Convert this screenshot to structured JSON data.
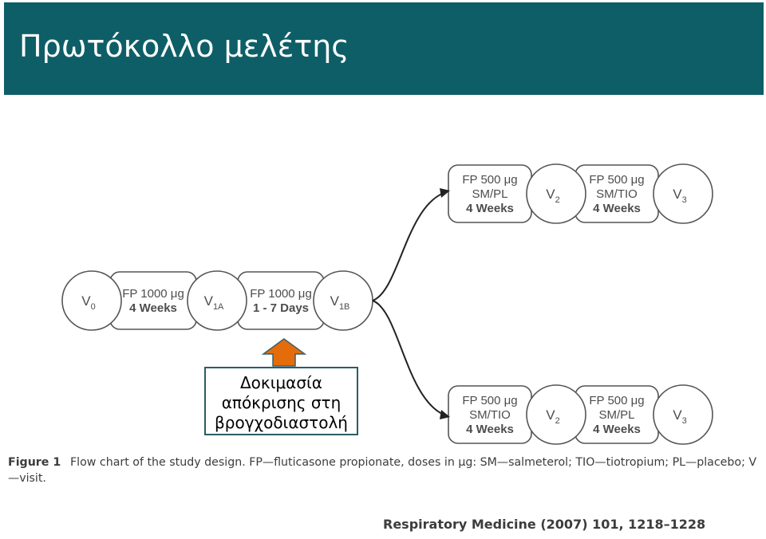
{
  "header": {
    "title": "Πρωτόκολλο μελέτης",
    "background": "#0e5e67"
  },
  "diagram": {
    "left_chain": [
      {
        "kind": "visit",
        "label": "V",
        "sub": "0"
      },
      {
        "kind": "period",
        "lines": [
          "FP 1000 μg",
          "4 Weeks"
        ]
      },
      {
        "kind": "visit",
        "label": "V",
        "sub": "1A"
      },
      {
        "kind": "period",
        "lines": [
          "FP 1000 μg",
          "1 - 7 Days"
        ]
      },
      {
        "kind": "visit",
        "label": "V",
        "sub": "1B"
      }
    ],
    "top_branch": [
      {
        "kind": "period",
        "lines": [
          "FP 500 μg",
          "SM/PL",
          "4 Weeks"
        ]
      },
      {
        "kind": "visit",
        "label": "V",
        "sub": "2"
      },
      {
        "kind": "period",
        "lines": [
          "FP 500 μg",
          "SM/TIO",
          "4 Weeks"
        ]
      },
      {
        "kind": "visit",
        "label": "V",
        "sub": "3"
      }
    ],
    "bottom_branch": [
      {
        "kind": "period",
        "lines": [
          "FP 500 μg",
          "SM/TIO",
          "4 Weeks"
        ]
      },
      {
        "kind": "visit",
        "label": "V",
        "sub": "2"
      },
      {
        "kind": "period",
        "lines": [
          "FP 500 μg",
          "SM/PL",
          "4 Weeks"
        ]
      },
      {
        "kind": "visit",
        "label": "V",
        "sub": "3"
      }
    ]
  },
  "callout": {
    "lines": [
      "Δοκιμασία",
      "απόκρισης στη",
      "βρογχοδιαστολή"
    ],
    "arrow_color": "#e46c0a"
  },
  "caption": {
    "figure_label": "Figure 1",
    "text": "Flow chart of the study design. FP—fluticasone propionate, doses in μg: SM—salmeterol; TIO—tiotropium; PL—placebo; V—visit."
  },
  "citation": "Respiratory Medicine (2007) 101, 1218–1228"
}
